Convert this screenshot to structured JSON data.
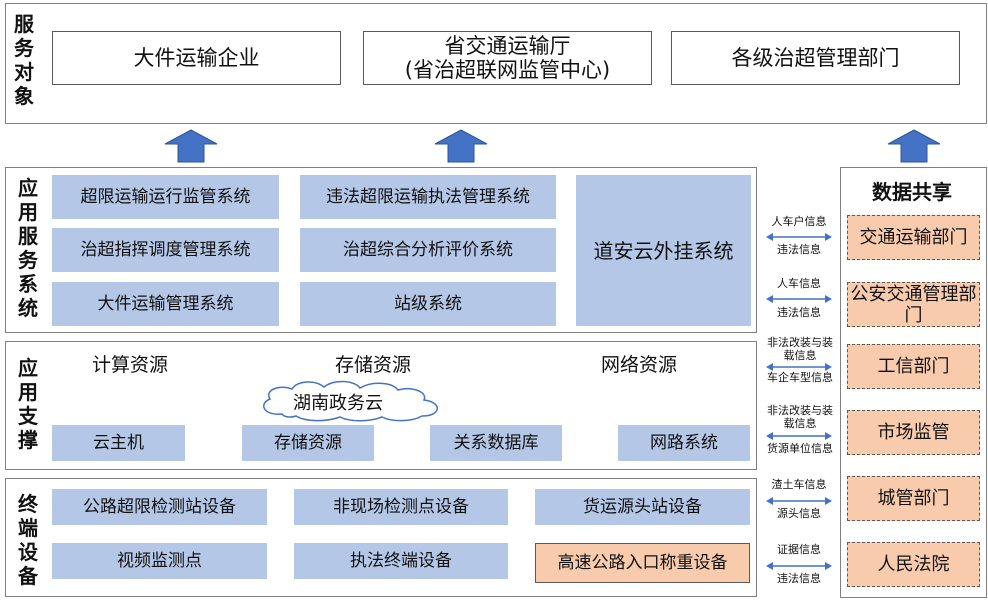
{
  "service": {
    "title": "服务对象",
    "boxes": [
      {
        "line1": "大件运输企业",
        "line2": ""
      },
      {
        "line1": "省交通运输厅",
        "line2": "(省治超联网监管中心)"
      },
      {
        "line1": "各级治超管理部门",
        "line2": ""
      }
    ]
  },
  "app_system": {
    "title": "应用服务系统",
    "col1": [
      "超限运输运行监管系统",
      "治超指挥调度管理系统",
      "大件运输管理系统"
    ],
    "col2": [
      "违法超限运输执法管理系统",
      "治超综合分析评价系统",
      "站级系统"
    ],
    "big": "道安云外挂系统"
  },
  "app_support": {
    "title": "应用支撑",
    "resources": [
      "计算资源",
      "存储资源",
      "网络资源"
    ],
    "cloud": "湖南政务云",
    "bottom": [
      "云主机",
      "存储资源",
      "关系数据库",
      "网路系统"
    ]
  },
  "terminal": {
    "title": "终端设备",
    "row1": [
      "公路超限检测站设备",
      "非现场检测点设备",
      "货运源头站设备"
    ],
    "row2": [
      "视频监测点",
      "执法终端设备",
      "高速公路入口称重设备"
    ]
  },
  "sharing": {
    "title": "数据共享",
    "items": [
      "交通运输部门",
      "公安交通管理部门",
      "工信部门",
      "市场监管",
      "城管部门",
      "人民法院"
    ]
  },
  "flows": [
    {
      "top": "人车户信息",
      "bottom": "违法信息"
    },
    {
      "top": "人车信息",
      "bottom": "违法信息"
    },
    {
      "top": "非法改装与装载信息",
      "bottom": "车企车型信息"
    },
    {
      "top": "非法改装与装载信息",
      "bottom": "货源单位信息"
    },
    {
      "top": "渣土车信息",
      "bottom": "源头信息"
    },
    {
      "top": "证据信息",
      "bottom": "违法信息"
    }
  ],
  "colors": {
    "box_blue": "#b4c7e7",
    "box_peach": "#f8cbad",
    "arrow_blue": "#4472c4"
  }
}
